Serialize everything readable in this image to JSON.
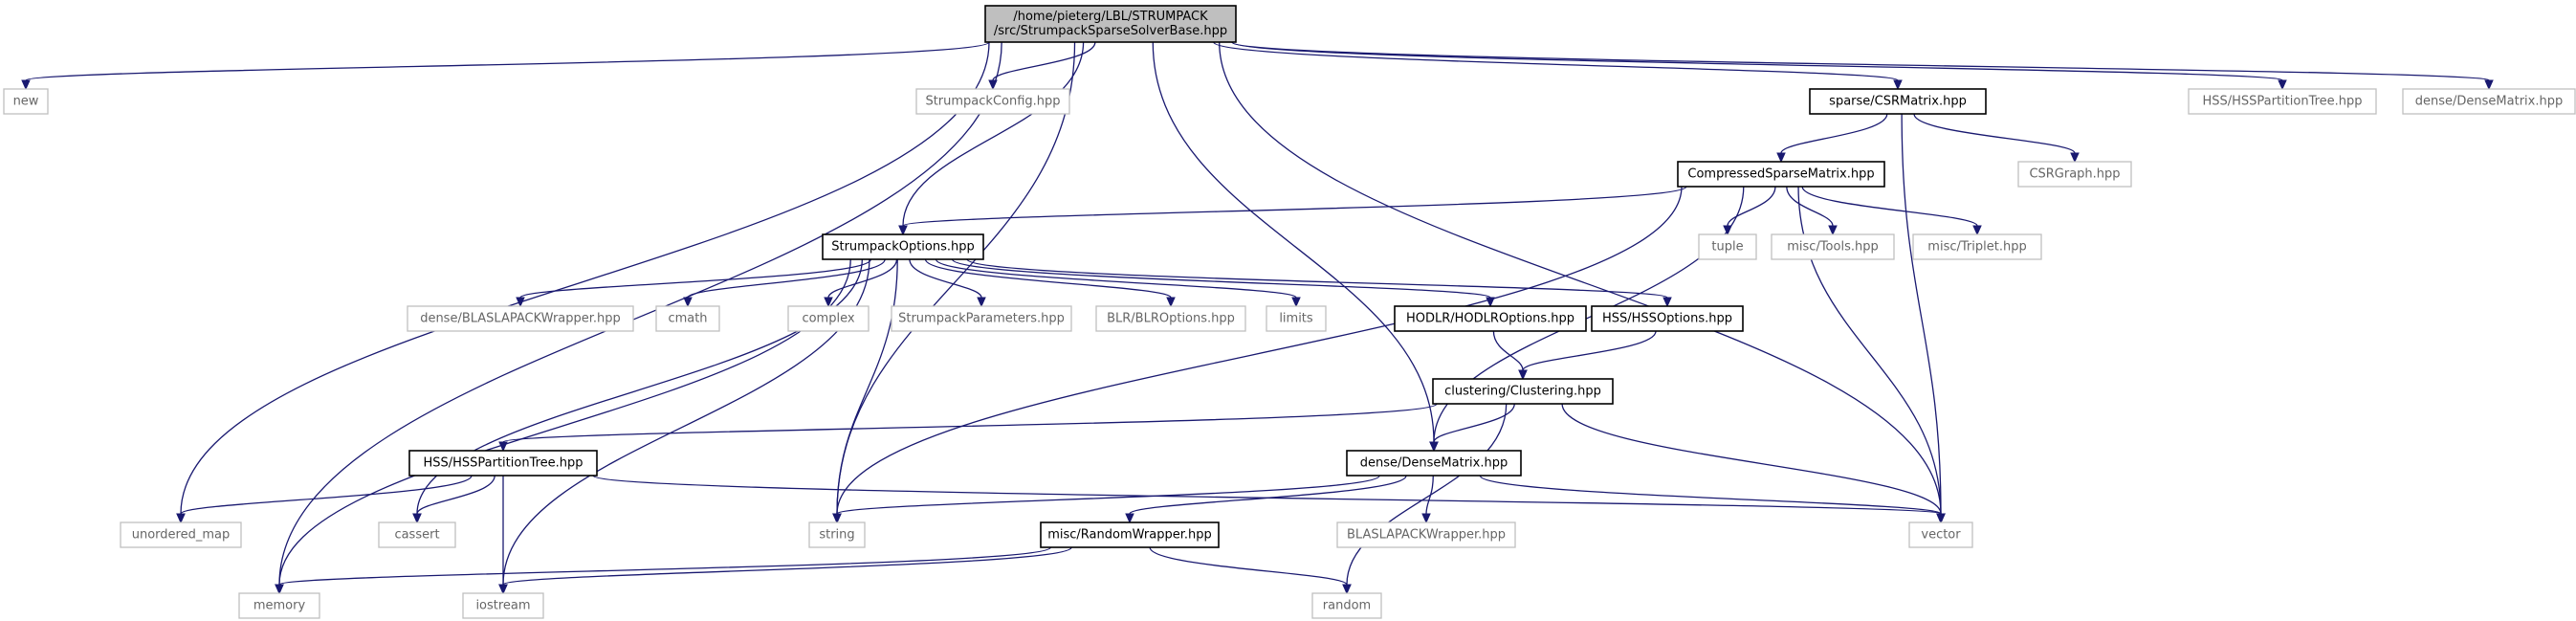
{
  "graph": {
    "nodes": [
      {
        "id": "root",
        "lines": [
          "/home/pieterg/LBL/STRUMPACK",
          "/src/StrumpackSparseSolverBase.hpp"
        ],
        "kind": "root"
      },
      {
        "id": "new",
        "lines": [
          "new"
        ],
        "kind": "ext"
      },
      {
        "id": "memory",
        "lines": [
          "memory"
        ],
        "kind": "ext"
      },
      {
        "id": "unordered_map",
        "lines": [
          "unordered_map"
        ],
        "kind": "ext"
      },
      {
        "id": "string",
        "lines": [
          "string"
        ],
        "kind": "ext"
      },
      {
        "id": "StrumpackConfig",
        "lines": [
          "StrumpackConfig.hpp"
        ],
        "kind": "ext"
      },
      {
        "id": "StrumpackOptions",
        "lines": [
          "StrumpackOptions.hpp"
        ],
        "kind": "int"
      },
      {
        "id": "dense_DenseMatrix",
        "lines": [
          "dense/DenseMatrix.hpp"
        ],
        "kind": "int"
      },
      {
        "id": "sparse_CSRMatrix",
        "lines": [
          "sparse/CSRMatrix.hpp"
        ],
        "kind": "int"
      },
      {
        "id": "vector",
        "lines": [
          "vector"
        ],
        "kind": "ext"
      },
      {
        "id": "HSS_PartitionTree_ext",
        "lines": [
          "HSS/HSSPartitionTree.hpp"
        ],
        "kind": "ext"
      },
      {
        "id": "dense_DenseMatrix_ext",
        "lines": [
          "dense/DenseMatrix.hpp"
        ],
        "kind": "ext"
      },
      {
        "id": "CompressedSparseMatrix",
        "lines": [
          "CompressedSparseMatrix.hpp"
        ],
        "kind": "int"
      },
      {
        "id": "CSRGraph",
        "lines": [
          "CSRGraph.hpp"
        ],
        "kind": "ext"
      },
      {
        "id": "tuple",
        "lines": [
          "tuple"
        ],
        "kind": "ext"
      },
      {
        "id": "misc_Tools",
        "lines": [
          "misc/Tools.hpp"
        ],
        "kind": "ext"
      },
      {
        "id": "misc_Triplet",
        "lines": [
          "misc/Triplet.hpp"
        ],
        "kind": "ext"
      },
      {
        "id": "dense_BLASLAPACKWrapper",
        "lines": [
          "dense/BLASLAPACKWrapper.hpp"
        ],
        "kind": "ext"
      },
      {
        "id": "cmath",
        "lines": [
          "cmath"
        ],
        "kind": "ext"
      },
      {
        "id": "complex",
        "lines": [
          "complex"
        ],
        "kind": "ext"
      },
      {
        "id": "StrumpackParameters",
        "lines": [
          "StrumpackParameters.hpp"
        ],
        "kind": "ext"
      },
      {
        "id": "BLR_BLROptions",
        "lines": [
          "BLR/BLROptions.hpp"
        ],
        "kind": "ext"
      },
      {
        "id": "limits",
        "lines": [
          "limits"
        ],
        "kind": "ext"
      },
      {
        "id": "HODLR_HODLROptions",
        "lines": [
          "HODLR/HODLROptions.hpp"
        ],
        "kind": "int"
      },
      {
        "id": "HSS_HSSOptions",
        "lines": [
          "HSS/HSSOptions.hpp"
        ],
        "kind": "int"
      },
      {
        "id": "clustering_Clustering",
        "lines": [
          "clustering/Clustering.hpp"
        ],
        "kind": "int"
      },
      {
        "id": "HSS_HSSPartitionTree",
        "lines": [
          "HSS/HSSPartitionTree.hpp"
        ],
        "kind": "int"
      },
      {
        "id": "cassert",
        "lines": [
          "cassert"
        ],
        "kind": "ext"
      },
      {
        "id": "iostream",
        "lines": [
          "iostream"
        ],
        "kind": "ext"
      },
      {
        "id": "misc_RandomWrapper",
        "lines": [
          "misc/RandomWrapper.hpp"
        ],
        "kind": "int"
      },
      {
        "id": "BLASLAPACKWrapper",
        "lines": [
          "BLASLAPACKWrapper.hpp"
        ],
        "kind": "ext"
      },
      {
        "id": "random",
        "lines": [
          "random"
        ],
        "kind": "ext"
      }
    ],
    "edges": [
      [
        "root",
        "new"
      ],
      [
        "root",
        "memory"
      ],
      [
        "root",
        "unordered_map"
      ],
      [
        "root",
        "string"
      ],
      [
        "root",
        "StrumpackConfig"
      ],
      [
        "root",
        "StrumpackOptions"
      ],
      [
        "root",
        "dense_DenseMatrix"
      ],
      [
        "root",
        "sparse_CSRMatrix"
      ],
      [
        "root",
        "vector"
      ],
      [
        "root",
        "HSS_PartitionTree_ext"
      ],
      [
        "root",
        "dense_DenseMatrix_ext"
      ],
      [
        "sparse_CSRMatrix",
        "CompressedSparseMatrix"
      ],
      [
        "sparse_CSRMatrix",
        "CSRGraph"
      ],
      [
        "sparse_CSRMatrix",
        "vector"
      ],
      [
        "CompressedSparseMatrix",
        "StrumpackOptions"
      ],
      [
        "CompressedSparseMatrix",
        "tuple"
      ],
      [
        "CompressedSparseMatrix",
        "misc_Tools"
      ],
      [
        "CompressedSparseMatrix",
        "misc_Triplet"
      ],
      [
        "CompressedSparseMatrix",
        "vector"
      ],
      [
        "CompressedSparseMatrix",
        "string"
      ],
      [
        "CompressedSparseMatrix",
        "dense_DenseMatrix"
      ],
      [
        "StrumpackOptions",
        "memory"
      ],
      [
        "StrumpackOptions",
        "iostream"
      ],
      [
        "StrumpackOptions",
        "cassert"
      ],
      [
        "StrumpackOptions",
        "string"
      ],
      [
        "StrumpackOptions",
        "dense_BLASLAPACKWrapper"
      ],
      [
        "StrumpackOptions",
        "cmath"
      ],
      [
        "StrumpackOptions",
        "complex"
      ],
      [
        "StrumpackOptions",
        "StrumpackParameters"
      ],
      [
        "StrumpackOptions",
        "BLR_BLROptions"
      ],
      [
        "StrumpackOptions",
        "limits"
      ],
      [
        "StrumpackOptions",
        "HODLR_HODLROptions"
      ],
      [
        "StrumpackOptions",
        "HSS_HSSOptions"
      ],
      [
        "HODLR_HODLROptions",
        "clustering_Clustering"
      ],
      [
        "HSS_HSSOptions",
        "clustering_Clustering"
      ],
      [
        "clustering_Clustering",
        "HSS_HSSPartitionTree"
      ],
      [
        "clustering_Clustering",
        "dense_DenseMatrix"
      ],
      [
        "clustering_Clustering",
        "vector"
      ],
      [
        "clustering_Clustering",
        "random"
      ],
      [
        "HSS_HSSPartitionTree",
        "unordered_map"
      ],
      [
        "HSS_HSSPartitionTree",
        "cassert"
      ],
      [
        "HSS_HSSPartitionTree",
        "iostream"
      ],
      [
        "HSS_HSSPartitionTree",
        "vector"
      ],
      [
        "dense_DenseMatrix",
        "string"
      ],
      [
        "dense_DenseMatrix",
        "misc_RandomWrapper"
      ],
      [
        "dense_DenseMatrix",
        "BLASLAPACKWrapper"
      ],
      [
        "dense_DenseMatrix",
        "vector"
      ],
      [
        "misc_RandomWrapper",
        "memory"
      ],
      [
        "misc_RandomWrapper",
        "iostream"
      ],
      [
        "misc_RandomWrapper",
        "random"
      ]
    ]
  }
}
